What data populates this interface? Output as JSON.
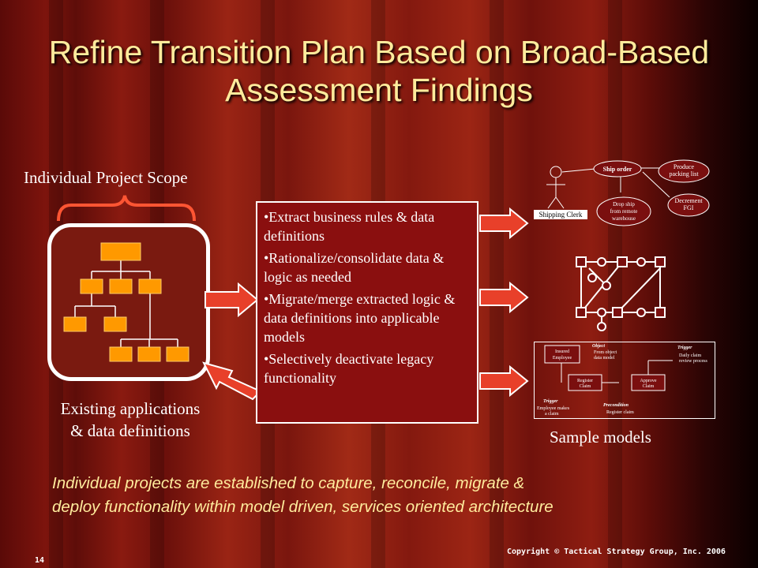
{
  "title": "Refine Transition Plan Based on Broad-Based Assessment Findings",
  "scope_label": "Individual Project Scope",
  "existing_label_line1": "Existing applications",
  "existing_label_line2": "& data definitions",
  "bullets": [
    "•Extract business rules & data definitions",
    "•Rationalize/consolidate data & logic as needed",
    "•Migrate/merge extracted logic & data definitions into applicable models",
    "•Selectively deactivate legacy functionality"
  ],
  "sample_models_label": "Sample models",
  "model1": {
    "actor": "Shipping Clerk",
    "ship_order": "Ship order",
    "produce_1": "Produce",
    "produce_2": "packing list",
    "drop_1": "Drop ship",
    "drop_2": "from remote",
    "drop_3": "warehouse",
    "decrement_1": "Decrement",
    "decrement_2": "FGI"
  },
  "model3": {
    "insured_1": "Insured",
    "insured_2": "Employee",
    "object_label": "Object",
    "object_1": "From object",
    "object_2": "data model",
    "trigger_top": "Trigger",
    "trigger_top_1": "Daily claim",
    "trigger_top_2": "review process",
    "register_1": "Register",
    "register_2": "Claim",
    "approve_1": "Approve",
    "approve_2": "Claim",
    "trigger_bottom": "Trigger",
    "trigger_bottom_1": "Employee makes",
    "trigger_bottom_2": "a claim",
    "precondition": "Precondition",
    "precondition_1": "Register claim"
  },
  "bottom_text_line1": "Individual projects are established to capture, reconcile, migrate &",
  "bottom_text_line2": "deploy functionality within model driven, services oriented architecture",
  "copyright": "Copyright © Tactical Strategy Group, Inc. 2006",
  "page_number": "14",
  "colors": {
    "title": "#ffeb9c",
    "box_orange": "#ff9900",
    "arrow_red": "#e8402a",
    "bullet_box": "#8a0f0f"
  }
}
